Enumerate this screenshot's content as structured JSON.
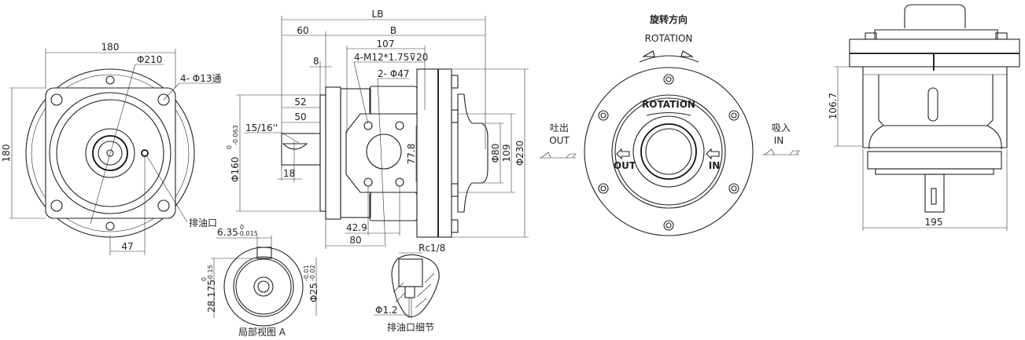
{
  "front_view": {
    "width_dim": "180",
    "height_dim": "180",
    "pcd_dim": "Φ210",
    "holes_label": "4- Φ13通",
    "drain_label": "排油口",
    "offset_dim": "47"
  },
  "side_view": {
    "lb": "LB",
    "b": "B",
    "d60": "60",
    "d107": "107",
    "thread_label": "4-M12*1.75⊽20",
    "ports_label": "2- Φ47",
    "d8": "8",
    "d52": "52",
    "d50": "50",
    "spline": "15/16''",
    "d18": "18",
    "pilot": "Φ160",
    "pilot_tol_upper": "0",
    "pilot_tol_lower": "-0.063",
    "d77_8": "77.8",
    "d80dia": "Φ80",
    "d109": "109",
    "d230": "Φ230",
    "d42_9": "42.9",
    "d80": "80"
  },
  "detail_a": {
    "key_width": "6.35",
    "key_tol_upper": "0",
    "key_tol_lower": "-0.015",
    "key_height": "28.175",
    "height_tol_upper": "0",
    "height_tol_lower": "-0.15",
    "shaft_dia": "Φ25",
    "shaft_tol_upper": "-0.01",
    "shaft_tol_lower": "-0.02",
    "caption": "局部视图 A"
  },
  "drain_detail": {
    "thread": "Rc1/8",
    "hole": "Φ1.2",
    "caption": "排油口细节"
  },
  "rotation_view": {
    "title_cn": "旋转方向",
    "title_en": "ROTATION",
    "out_cn": "吐出",
    "out_en": "OUT",
    "in_cn": "吸入",
    "in_en": "IN",
    "inner_rotation": "ROTATION",
    "inner_out": "OUT",
    "inner_in": "IN"
  },
  "right_view": {
    "height_dim": "106.7",
    "width_dim": "195"
  }
}
